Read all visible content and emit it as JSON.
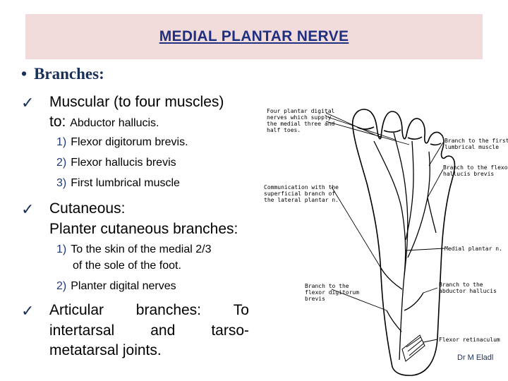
{
  "title": "MEDIAL PLANTAR NERVE",
  "branches_heading": "Branches:",
  "muscular": {
    "line1": "Muscular  (to  four  muscles)",
    "line2_big": "to:",
    "line2_small": "Abductor hallucis.",
    "items": [
      {
        "num": "1)",
        "text": "Flexor digitorum brevis."
      },
      {
        "num": "2)",
        "text": "Flexor hallucis brevis"
      },
      {
        "num": "3)",
        "text": "First lumbrical muscle"
      }
    ]
  },
  "cutaneous": {
    "line1": "Cutaneous:",
    "line2": "Planter cutaneous branches:",
    "items": [
      {
        "num": "1)",
        "text": "To the skin of the medial 2/3",
        "text2": "of the sole of the foot."
      },
      {
        "num": "2)",
        "text": "Planter digital nerves"
      }
    ]
  },
  "articular": {
    "line1a": "Articular",
    "line1b": "branches:",
    "line1c": "To",
    "line2a": "intertarsal",
    "line2b": "and",
    "line2c": "tarso-",
    "line3": "metatarsal joints."
  },
  "figure_labels": {
    "four_plantar": [
      "Four plantar digital",
      "nerves which supply",
      "the medial three and",
      "half toes."
    ],
    "first_lumbrical": [
      "Branch to the first",
      "lumbrical muscle"
    ],
    "flexor_hallucis": [
      "Branch to the flexor",
      "hallucis brevis"
    ],
    "communication": [
      "Communication with the",
      "superficial branch of",
      "the lateral plantar n."
    ],
    "medial_plantar": "Medial plantar n.",
    "flexor_digitorum": [
      "Branch to the",
      "flexor digitorum",
      "brevis"
    ],
    "abductor": [
      "Branch to the",
      "abductor hallucis"
    ],
    "retinaculum": "Flexor retinaculum"
  },
  "credit": "Dr M Eladl"
}
